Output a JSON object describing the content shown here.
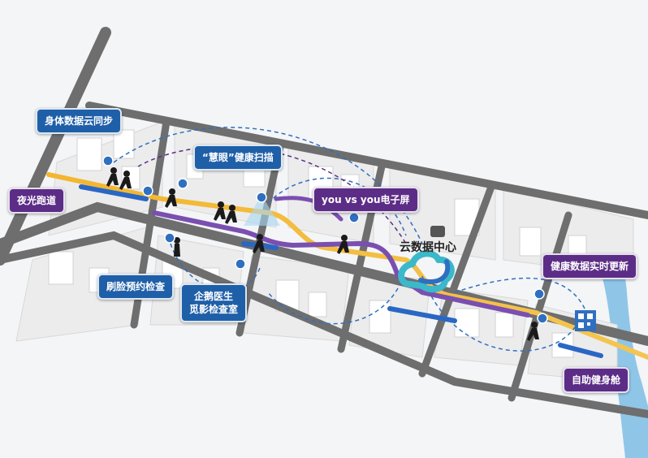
{
  "labels": {
    "body_data_sync": "身体数据云同步",
    "night_run": "夜光跑道",
    "huiyan_scan": "“慧眼”健康扫描",
    "you_vs_you": "you vs you电子屏",
    "cloud_center": "云数据中心",
    "face_booking": "刷脸预约检查",
    "qie_doctor_line1": "企鹅医生",
    "qie_doctor_line2": "觅影检查室",
    "health_realtime": "健康数据实时更新",
    "self_gym": "自助健身舱"
  },
  "colors": {
    "callout_blue": "#1f5fa8",
    "callout_purple": "#5c2d86",
    "road": "#6e6e6e",
    "river": "#8fc6e8",
    "track_yellow": "#f2b630",
    "track_purple": "#7a4fb0",
    "track_blue": "#2a67c4",
    "cloud_teal": "#3bb8c9",
    "cloud_blue": "#2f6fc0"
  }
}
